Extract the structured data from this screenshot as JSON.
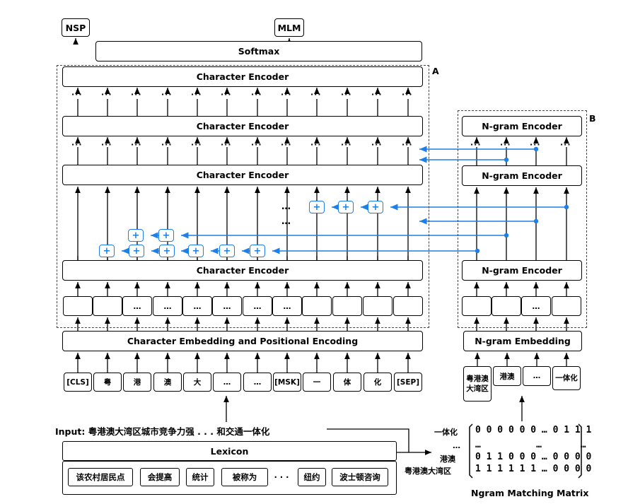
{
  "top": {
    "nsp": "NSP",
    "mlm": "MLM",
    "softmax": "Softmax"
  },
  "labels": {
    "a": "A",
    "b": "B"
  },
  "char_encoder": "Character Encoder",
  "ngram_encoder": "N-gram Encoder",
  "char_embedding": "Character Embedding and Positional Encoding",
  "ngram_embedding": "N-gram Embedding",
  "ellipsis": "…",
  "dots": "···",
  "plus": "+",
  "char_cells": [
    "",
    "",
    "…",
    "…",
    "…",
    "…",
    "…",
    "…",
    "",
    "",
    ""
  ],
  "ngram_cells": [
    "",
    "",
    "…",
    ""
  ],
  "tokens": [
    "[CLS]",
    "粤",
    "港",
    "澳",
    "大",
    "…",
    "…",
    "[MSK]",
    "一",
    "体",
    "化",
    "[SEP]"
  ],
  "ngram_tokens": [
    "粤港澳大湾区",
    "港澳",
    "…",
    "一体化"
  ],
  "input_label": "Input: 粤港澳大湾区城市竞争力强 . . . 和交通一体化",
  "lexicon": {
    "title": "Lexicon",
    "items": [
      "该农村居民点",
      "会提高",
      "统计",
      "被称为",
      "· · ·",
      "纽约",
      "波士顿咨询"
    ]
  },
  "matrix": {
    "row_labels": [
      "一体化",
      "…",
      "港澳",
      "粤港澳大湾区"
    ],
    "rows": [
      "0 0 0 0 0 0 … 0 1 1 1",
      "…          …       …",
      "0 1 1 0 0 0 … 0 0 0 0",
      "1 1 1 1 1 1 … 0 0 0 0"
    ],
    "title": "Ngram Matching Matrix"
  },
  "colors": {
    "arrow_blue": "#1e7fe6",
    "line": "#000000"
  }
}
